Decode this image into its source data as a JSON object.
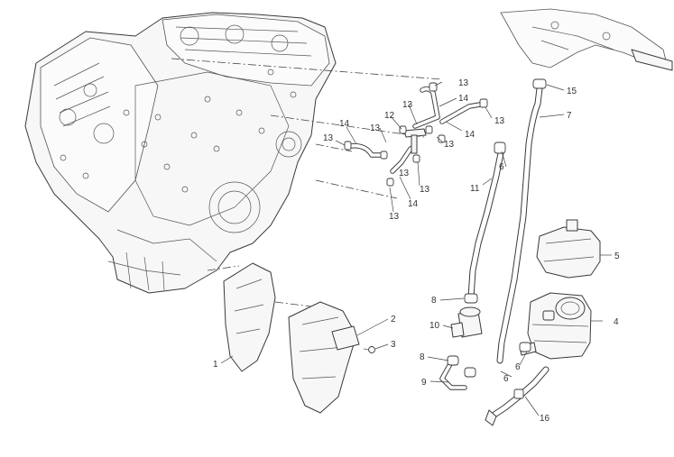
{
  "callouts": {
    "c1": "1",
    "c2": "2",
    "c3": "3",
    "c4": "4",
    "c5": "5",
    "c6a": "6",
    "c6b": "6",
    "c6c": "6",
    "c7": "7",
    "c8a": "8",
    "c8b": "8",
    "c9": "9",
    "c10": "10",
    "c11": "11",
    "c12": "12",
    "c13a": "13",
    "c13b": "13",
    "c13c": "13",
    "c13d": "13",
    "c13e": "13",
    "c13f": "13",
    "c13g": "13",
    "c13h": "13",
    "c13i": "13",
    "c14a": "14",
    "c14b": "14",
    "c14c": "14",
    "c14d": "14",
    "c15": "15",
    "c16": "16"
  }
}
